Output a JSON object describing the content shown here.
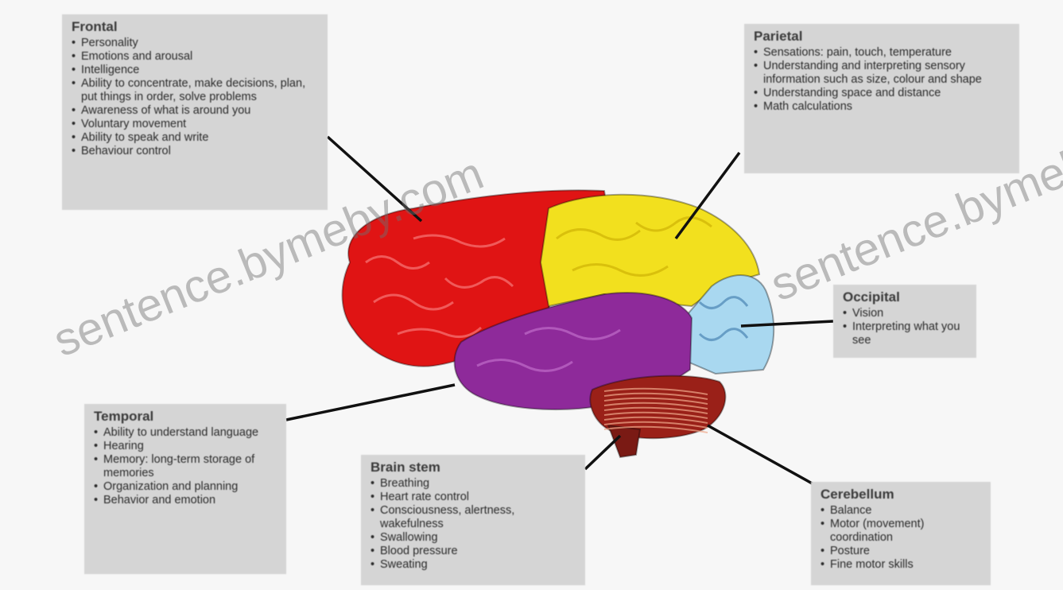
{
  "watermark": "sentence.bymeby.com",
  "colors": {
    "frontal": "#e01414",
    "parietal": "#f2e01e",
    "occipital": "#a9d8f0",
    "temporal": "#8e2a9a",
    "cerebellum": "#9a2018",
    "brainstem": "#7a1a14",
    "box": "#d5d5d5",
    "line": "#111111"
  },
  "boxes": {
    "frontal": {
      "title": "Frontal",
      "items": [
        "Personality",
        "Emotions and arousal",
        "Intelligence",
        "Ability to concentrate, make decisions, plan, put things in order, solve problems",
        "Awareness of what is around you",
        "Voluntary movement",
        "Ability to speak and write",
        "Behaviour control"
      ]
    },
    "parietal": {
      "title": "Parietal",
      "items": [
        "Sensations: pain, touch, temperature",
        "Understanding and interpreting sensory information such as size, colour and shape",
        "Understanding space and distance",
        "Math calculations"
      ]
    },
    "occipital": {
      "title": "Occipital",
      "items": [
        "Vision",
        "Interpreting what you see"
      ]
    },
    "temporal": {
      "title": "Temporal",
      "items": [
        "Ability to understand language",
        "Hearing",
        "Memory: long-term storage of memories",
        "Organization and planning",
        "Behavior and emotion"
      ]
    },
    "brainstem": {
      "title": "Brain stem",
      "items": [
        "Breathing",
        "Heart rate control",
        "Consciousness, alertness, wakefulness",
        "Swallowing",
        "Blood pressure",
        "Sweating"
      ]
    },
    "cerebellum": {
      "title": "Cerebellum",
      "items": [
        "Balance",
        "Motor (movement) coordination",
        "Posture",
        "Fine motor skills"
      ]
    }
  }
}
